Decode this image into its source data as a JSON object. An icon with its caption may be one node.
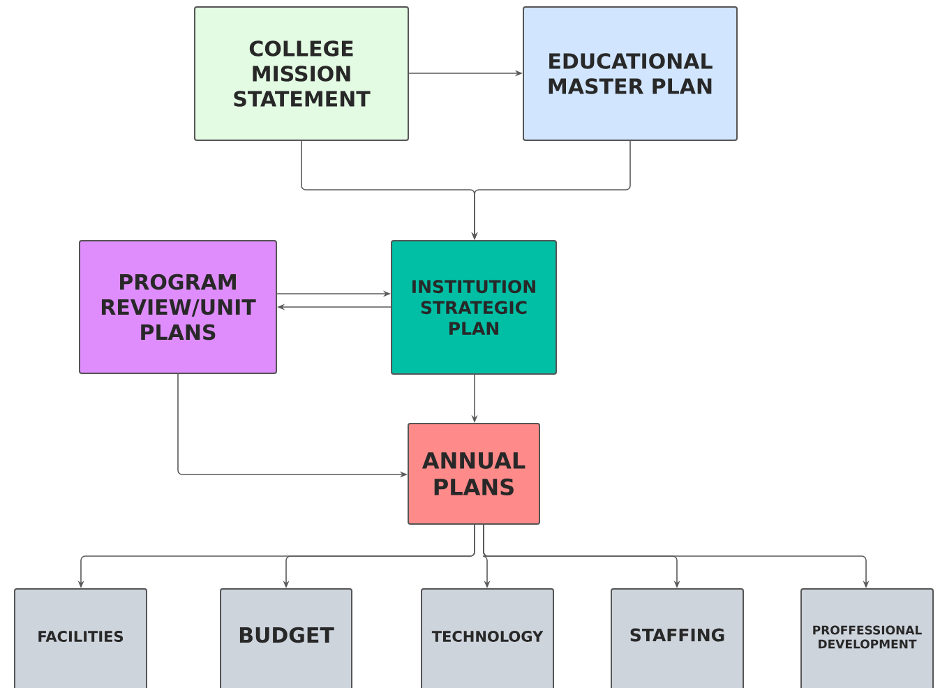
{
  "diagram": {
    "nodes": [
      {
        "text": [
          "COLLEGE MISSION STATEMENT"
        ]
      },
      {
        "text": [
          "EDUCATIONAL MASTER PLAN"
        ]
      },
      {
        "text": [
          "PROGRAM REVIEW/UNIT PLANS"
        ]
      },
      {
        "text": [
          "INSTITUTION STRATEGIC PLAN"
        ]
      },
      {
        "text": [
          "ANNUAL PLANS"
        ]
      },
      {
        "text": [
          "FACILITIES"
        ]
      },
      {
        "text": [
          "BUDGET"
        ]
      },
      {
        "text": [
          "TECHNOLOGY"
        ]
      },
      {
        "text": [
          "STAFFING"
        ]
      },
      {
        "text": [
          "PROFFESSIONAL DEVELOPMENT"
        ]
      }
    ],
    "edges": [
      {
        "from": 0,
        "to": 1,
        "arrow": "to"
      },
      {
        "from": 0,
        "to": 3,
        "arrow": "to"
      },
      {
        "from": 1,
        "to": 3,
        "arrow": "to"
      },
      {
        "from": 2,
        "to": 3,
        "arrow": "to"
      },
      {
        "from": 3,
        "to": 2,
        "arrow": "to"
      },
      {
        "from": 3,
        "to": 4,
        "arrow": "to"
      },
      {
        "from": 2,
        "to": 4,
        "arrow": "to"
      },
      {
        "from": 4,
        "to": 5,
        "arrow": "to"
      },
      {
        "from": 4,
        "to": 6,
        "arrow": "to"
      },
      {
        "from": 4,
        "to": 7,
        "arrow": "to"
      },
      {
        "from": 4,
        "to": 8,
        "arrow": "to"
      },
      {
        "from": 4,
        "to": 9,
        "arrow": "to"
      }
    ]
  }
}
